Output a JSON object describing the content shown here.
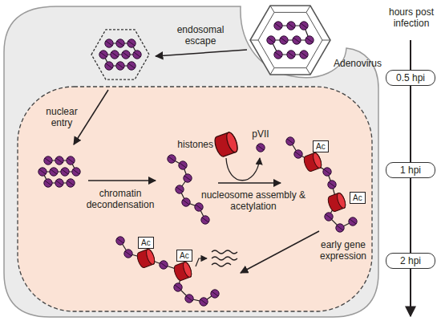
{
  "diagram": {
    "nodes": [
      {
        "text": [
          "0.5 hpi"
        ]
      },
      {
        "text": [
          "1 hpi"
        ]
      },
      {
        "text": [
          "2 hpi"
        ]
      },
      {
        "text": [
          "Ac"
        ]
      },
      {
        "text": [
          "Ac"
        ]
      },
      {
        "text": [
          "Ac"
        ]
      },
      {
        "text": [
          "Ac"
        ]
      }
    ],
    "edges": [
      {
        "from": 0,
        "to": 1,
        "arrow": "none"
      },
      {
        "from": 1,
        "to": 2,
        "arrow": "none"
      }
    ],
    "labels": [
      "hours post infection",
      "Adenovirus",
      "endosomal escape",
      "nuclear entry",
      "histones",
      "pVII",
      "chromatin decondensation",
      "nucleosome assembly & acetylation",
      "early gene expression"
    ]
  }
}
